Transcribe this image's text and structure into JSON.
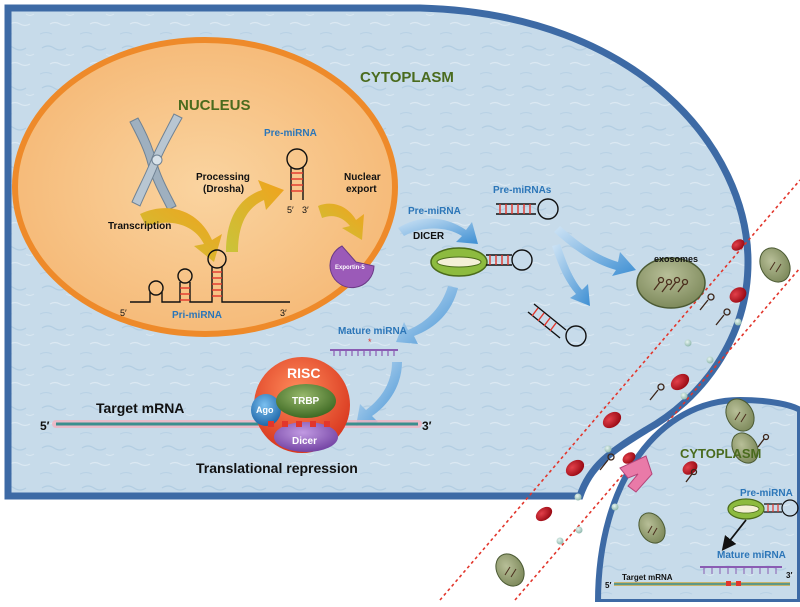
{
  "labels": {
    "cytoplasm_main": "CYTOPLASM",
    "nucleus": "NUCLEUS",
    "pre_mirna_nucleus": "Pre-miRNA",
    "processing": "Processing",
    "drosha": "(Drosha)",
    "nuclear_export_1": "Nuclear",
    "nuclear_export_2": "export",
    "transcription": "Transcription",
    "pri_mirna": "Pri-miRNA",
    "five_prime_pri": "5′",
    "three_prime_pri": "3′",
    "stem_five": "5′",
    "stem_three": "3′",
    "exportin": "Exportin-5",
    "pre_mirna_cyto": "Pre-miRNA",
    "dicer_upper": "DICER",
    "pre_mirnas": "Pre-miRNAs",
    "exosomes": "exosomes",
    "mature_mirna_main": "Mature miRNA",
    "risc": "RISC",
    "target_mrna_main": "Target mRNA",
    "five_prime_target": "5′",
    "three_prime_target": "3′",
    "ago": "Ago",
    "trbp": "TRBP",
    "dicer_protein": "Dicer",
    "translational_repression": "Translational repression",
    "cytoplasm_recipient": "CYTOPLASM",
    "pre_mirna_recipient": "Pre-miRNA",
    "mature_mirna_recipient": "Mature miRNA",
    "target_mrna_recipient": "Target mRNA",
    "five_prime_recipient": "5′",
    "three_prime_recipient": "3′"
  },
  "colors": {
    "cytoplasm_fill": "#c9dcea",
    "cell_border": "#3d6aa5",
    "nucleus_fill": "#f7c17f",
    "nucleus_border": "#ee8a2a",
    "label_green": "#4a6b1e",
    "label_blue": "#2c76b8",
    "risc_red": "#e0462a",
    "ago_blue": "#2b7ec2",
    "trbp_green": "#4f7d2e",
    "dicer_purple": "#8a5cb3",
    "exportin_purple": "#9b5ab8",
    "rbc_red": "#b3101c",
    "vessel_dots": "#e2362c"
  }
}
